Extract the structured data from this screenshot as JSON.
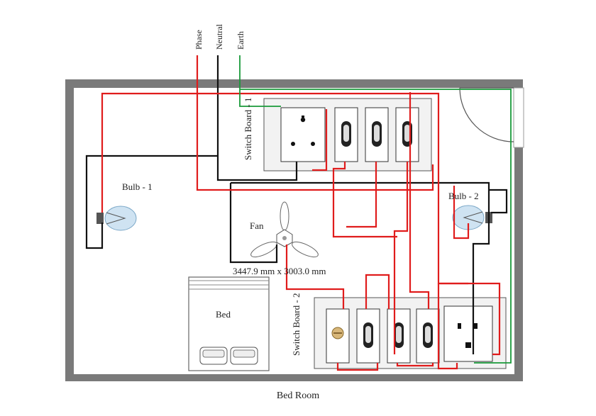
{
  "labels": {
    "phase": "Phase",
    "neutral": "Neutral",
    "earth": "Earth",
    "switch_board_1": "Switch Board - 1",
    "switch_board_2": "Switch Board - 2",
    "bulb_1": "Bulb - 1",
    "bulb_2": "Bulb - 2",
    "fan": "Fan",
    "dimensions": "3447.9 mm x 3003.0 mm",
    "bed": "Bed",
    "room_caption": "Bed Room"
  },
  "colors": {
    "phase_wire": "#e01c1c",
    "neutral_wire": "#111111",
    "earth_wire": "#1a9a3a",
    "wall": "#7a7a7a",
    "bulb_glass": "#cfe3f2"
  }
}
